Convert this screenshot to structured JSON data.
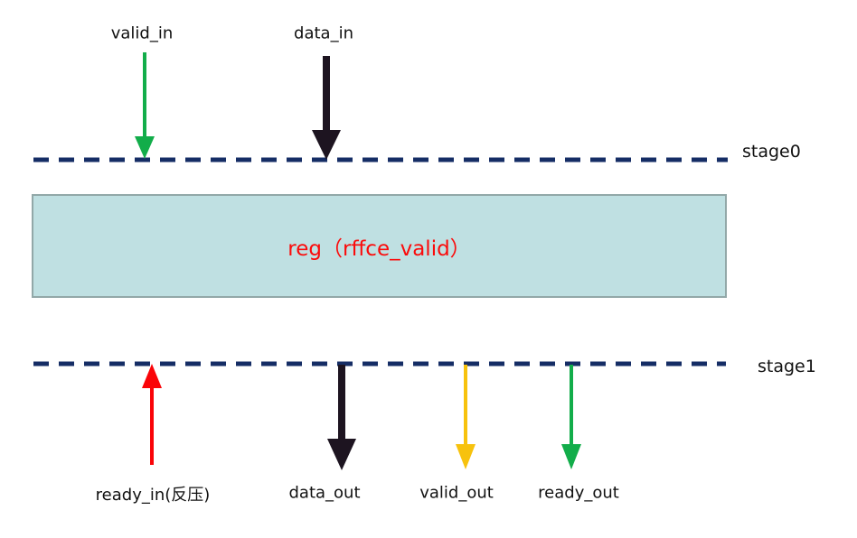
{
  "diagram": {
    "stage0_label": "stage0",
    "stage1_label": "stage1",
    "register_box_label": "reg（rffce_valid）",
    "signals": {
      "valid_in": "valid_in",
      "data_in": "data_in",
      "ready_in": "ready_in(反压)",
      "data_out": "data_out",
      "valid_out": "valid_out",
      "ready_out": "ready_out"
    },
    "colors": {
      "green": "#12ad4a",
      "black": "#1d1420",
      "red": "#fa0408",
      "yellow": "#f7c20d",
      "stage_line": "#152d65",
      "box_fill": "#bfe0e2",
      "box_border": "#92a8a8",
      "register_text": "#fb0b0b"
    }
  }
}
